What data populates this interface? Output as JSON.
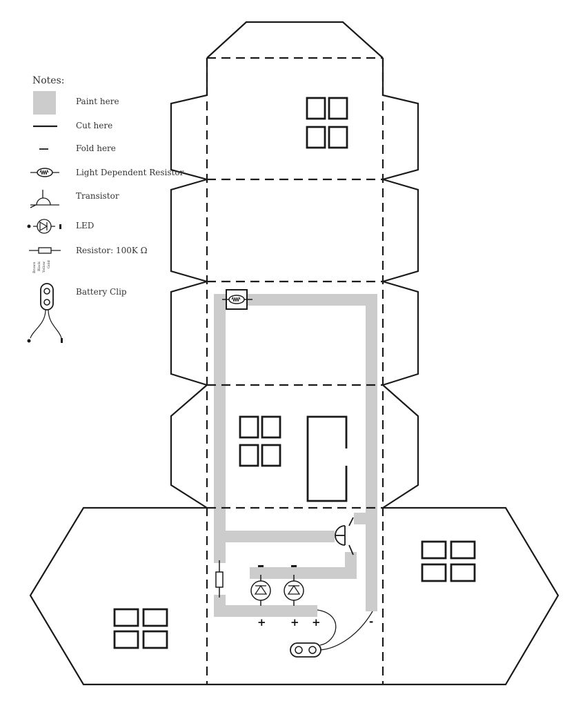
{
  "legend": {
    "title": "Notes:",
    "items": [
      {
        "key": "paint",
        "label": "Paint here"
      },
      {
        "key": "cut",
        "label": "Cut here"
      },
      {
        "key": "fold",
        "label": "Fold here"
      },
      {
        "key": "ldr",
        "label": "Light Dependent Resistor"
      },
      {
        "key": "transistor",
        "label": "Transistor"
      },
      {
        "key": "led",
        "label": "LED"
      },
      {
        "key": "resistor",
        "label": "Resistor: 100K Ω"
      },
      {
        "key": "battery",
        "label": "Battery Clip"
      }
    ],
    "resistor_bands": [
      "Brown",
      "Black",
      "Yellow",
      "Gold"
    ]
  },
  "polarity": {
    "plus": "+",
    "minus": "-"
  },
  "colors": {
    "line": "#1a1a1a",
    "paint": "#cccccc",
    "background": "#ffffff"
  }
}
